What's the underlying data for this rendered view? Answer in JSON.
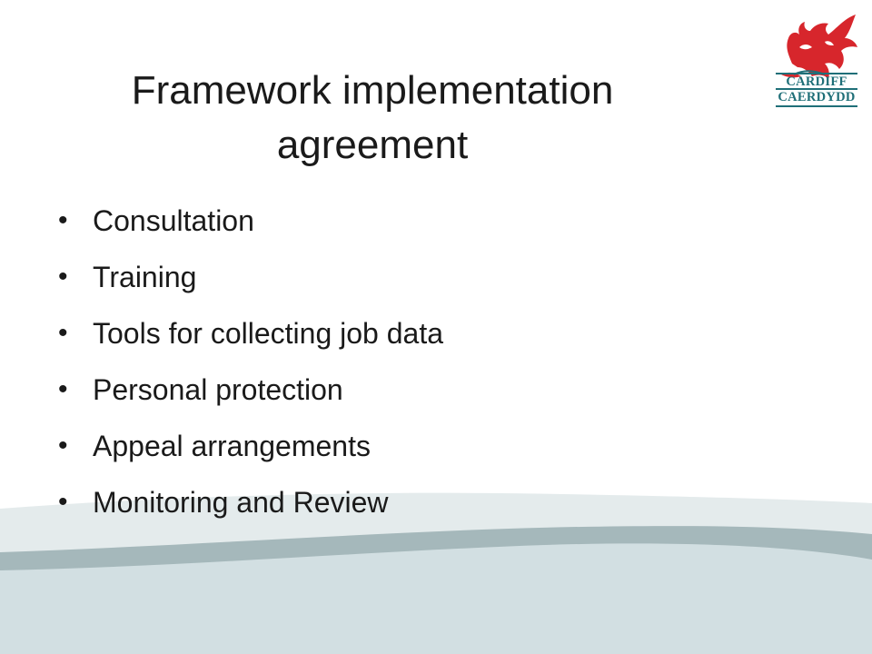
{
  "slide": {
    "title_lines": [
      "Framework implementation",
      "agreement"
    ],
    "bullets": [
      "Consultation",
      "Training",
      "Tools for collecting job data",
      "Personal protection",
      "Appeal arrangements",
      "Monitoring and Review"
    ],
    "bullet_glyph": "•"
  },
  "logo": {
    "line1": "CARDIFF",
    "line2": "CAERDYDD",
    "icon": "dragon-icon",
    "colors": {
      "dragon": "#d7262c",
      "text": "#1f6f78"
    }
  },
  "background": {
    "wave_colors": [
      "#dce5e7",
      "#9fb3b6",
      "#cfdde0"
    ]
  }
}
